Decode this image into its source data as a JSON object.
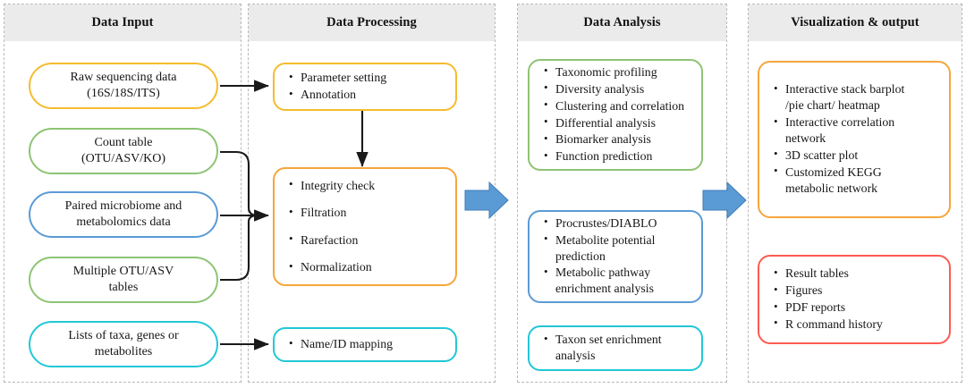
{
  "columns": [
    {
      "id": "data-input",
      "title": "Data Input"
    },
    {
      "id": "data-processing",
      "title": "Data Processing"
    },
    {
      "id": "data-analysis",
      "title": "Data Analysis"
    },
    {
      "id": "visualization",
      "title": "Visualization & output"
    }
  ],
  "colors": {
    "yellow": "#F5BC2E",
    "green": "#8DC474",
    "blue": "#5B9BD5",
    "teal": "#22C8D6",
    "orange": "#F5A63C",
    "red": "#FC5B51",
    "arrow_blue": "#5B9BD5",
    "panel_header": "#EBEBEB",
    "panel_border": "#B9B9B9",
    "connector": "#1A1A1A"
  },
  "input_nodes": [
    {
      "name": "raw-sequencing-data",
      "line1": "Raw sequencing data",
      "line2": "(16S/18S/ITS)",
      "color": "yellow"
    },
    {
      "name": "count-table",
      "line1": "Count table",
      "line2": "(OTU/ASV/KO)",
      "color": "green"
    },
    {
      "name": "paired-omics-data",
      "line1": "Paired microbiome and",
      "line2": "metabolomics data",
      "color": "blue"
    },
    {
      "name": "multiple-otu-tables",
      "line1": "Multiple OTU/ASV",
      "line2": "tables",
      "color": "green"
    },
    {
      "name": "lists-of-taxa",
      "line1": "Lists of taxa, genes or",
      "line2": "metabolites",
      "color": "teal"
    }
  ],
  "processing_nodes": [
    {
      "name": "parameter-annotation",
      "color": "yellow",
      "items": [
        "Parameter setting",
        "Annotation"
      ]
    },
    {
      "name": "preprocessing",
      "color": "orange",
      "items": [
        "Integrity check",
        "Filtration",
        "Rarefaction",
        "Normalization"
      ]
    },
    {
      "name": "name-id-mapping",
      "color": "teal",
      "items": [
        "Name/ID mapping"
      ]
    }
  ],
  "analysis_nodes": [
    {
      "name": "core-analysis",
      "color": "green",
      "items": [
        "Taxonomic profiling",
        "Diversity analysis",
        "Clustering and correlation",
        "Differential analysis",
        "Biomarker analysis",
        "Function prediction"
      ]
    },
    {
      "name": "integrative-analysis",
      "color": "blue",
      "items": [
        "Procrustes/DIABLO",
        "Metabolite potential\nprediction",
        "Metabolic pathway\nenrichment analysis"
      ]
    },
    {
      "name": "taxon-set-enrichment",
      "color": "teal",
      "items": [
        "Taxon set enrichment\nanalysis"
      ]
    }
  ],
  "output_nodes": [
    {
      "name": "interactive-visuals",
      "color": "orange",
      "items": [
        "Interactive stack barplot\n/pie chart/ heatmap",
        "Interactive correlation\nnetwork",
        "3D scatter plot",
        "Customized KEGG\nmetabolic network"
      ]
    },
    {
      "name": "exportable-results",
      "color": "red",
      "items": [
        "Result tables",
        "Figures",
        "PDF reports",
        "R command history"
      ]
    }
  ],
  "flow_arrows": [
    {
      "name": "arrow-processing-to-analysis",
      "type": "block-arrow",
      "color": "arrow_blue"
    },
    {
      "name": "arrow-analysis-to-output",
      "type": "block-arrow",
      "color": "arrow_blue"
    }
  ]
}
